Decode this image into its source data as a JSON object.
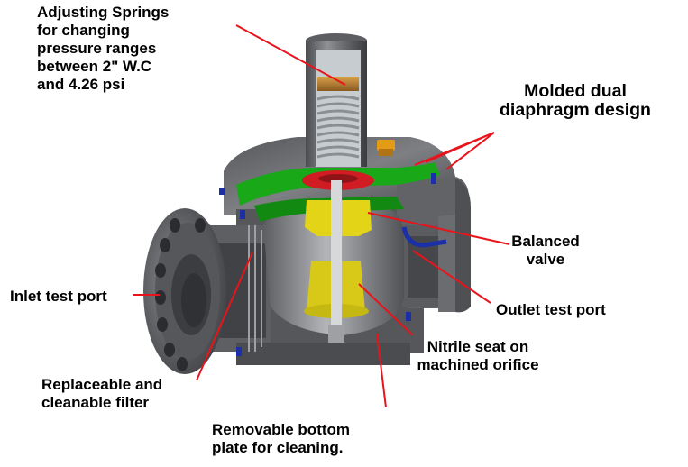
{
  "colors": {
    "leader": "#e8141c",
    "metal_dark": "#3f4145",
    "metal_mid": "#6e7074",
    "metal_light": "#a4a6aa",
    "diaphragm": "#19a818",
    "valve": "#e3d418",
    "spring_zone": "#c9ced2",
    "red_part": "#d21c24",
    "nut": "#e39b18",
    "oring": "#1a2fa8",
    "label": "#000000"
  },
  "callouts": {
    "springs": {
      "lines": [
        "Adjusting Springs",
        "for changing",
        "pressure ranges",
        "between 2\" W.C",
        "and 4.26 psi"
      ],
      "icon": "leader-line-icon"
    },
    "diaphragm": {
      "lines": [
        "Molded dual",
        "diaphragm design"
      ]
    },
    "balanced_valve": {
      "lines": [
        "Balanced",
        "valve"
      ]
    },
    "inlet": {
      "lines": [
        "Inlet test port"
      ]
    },
    "outlet": {
      "lines": [
        "Outlet test port"
      ]
    },
    "nitrile": {
      "lines": [
        "Nitrile seat on",
        "machined orifice"
      ]
    },
    "filter": {
      "lines": [
        "Replaceable and",
        "cleanable filter"
      ]
    },
    "bottom": {
      "lines": [
        "Removable bottom",
        "plate for cleaning."
      ]
    }
  }
}
